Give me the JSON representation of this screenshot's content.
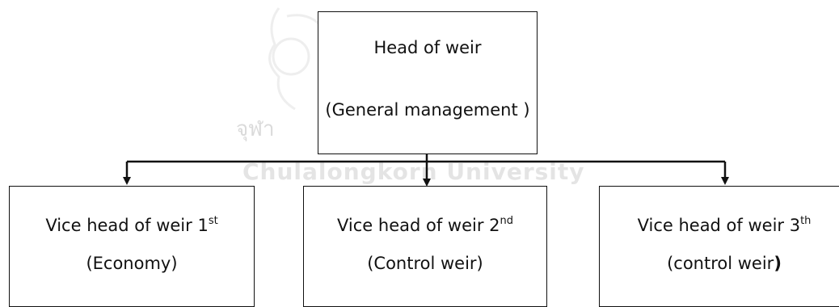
{
  "watermark": {
    "text": "Chulalongkorn University",
    "thai_text": "จุฬา"
  },
  "head": {
    "title": "Head of weir",
    "subtitle": "(General management )"
  },
  "vice_heads": [
    {
      "title": "Vice head of weir 1",
      "sup": "st",
      "role": "(Economy)"
    },
    {
      "title": "Vice head of weir 2",
      "sup": "nd",
      "role": "(Control weir)"
    },
    {
      "title": "Vice head of weir 3",
      "sup": "th",
      "role_main": "(control weir",
      "role_end": ")"
    }
  ]
}
